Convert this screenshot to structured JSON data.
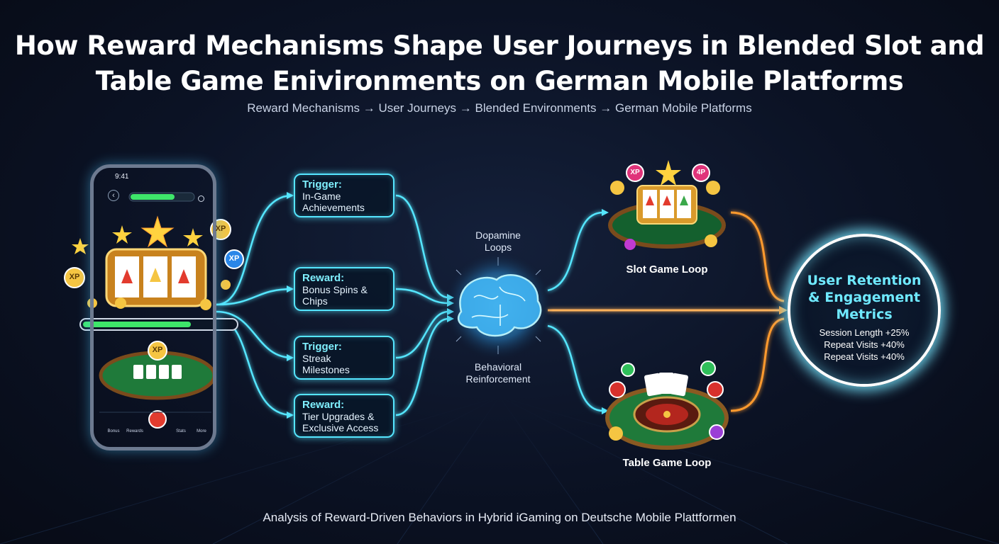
{
  "title": {
    "line1": "How Reward Mechanisms Shape User Journeys in Blended Slot and",
    "line2": "Table Game Enivironments on German Mobile Platforms"
  },
  "subtitle": "Reward Mechanisms → User Journeys → Blended Environments → German Mobile Platforms",
  "phone": {
    "time": "9:41",
    "badge_xp": "XP",
    "nav": [
      "Bonus",
      "Rewards",
      "",
      "Stats",
      "More"
    ]
  },
  "boxes": [
    {
      "kind": "Trigger:",
      "line1": "In-Game",
      "line2": "Achievements"
    },
    {
      "kind": "Reward:",
      "line1": "Bonus Spins &",
      "line2": "Chips"
    },
    {
      "kind": "Trigger:",
      "line1": "Streak",
      "line2": "Milestones"
    },
    {
      "kind": "Reward:",
      "line1": "Tier Upgrades &",
      "line2": "Exclusive Access"
    }
  ],
  "brain": {
    "top_line1": "Dopamine",
    "top_line2": "Loops",
    "bottom_line1": "Behavioral",
    "bottom_line2": "Reinforcement"
  },
  "loops": {
    "slot": "Slot Game Loop",
    "table": "Table Game Loop",
    "chip_xp": "XP",
    "chip_4p": "4P"
  },
  "outcome": {
    "line1": "User Retention",
    "line2": "& Engagement",
    "line3": "Metrics",
    "metrics": [
      "Session Length +25%",
      "Repeat Visits +40%",
      "Repeat Visits +40%"
    ]
  },
  "footer": "Analysis of Reward-Driven Behaviors in Hybrid iGaming on Deutsche Mobile Plattformen",
  "colors": {
    "cyan": "#55e6ff",
    "orange": "#ff9a2e",
    "gold": "#f5c542",
    "felt": "#1f7a3a",
    "background": "#0b1224"
  }
}
